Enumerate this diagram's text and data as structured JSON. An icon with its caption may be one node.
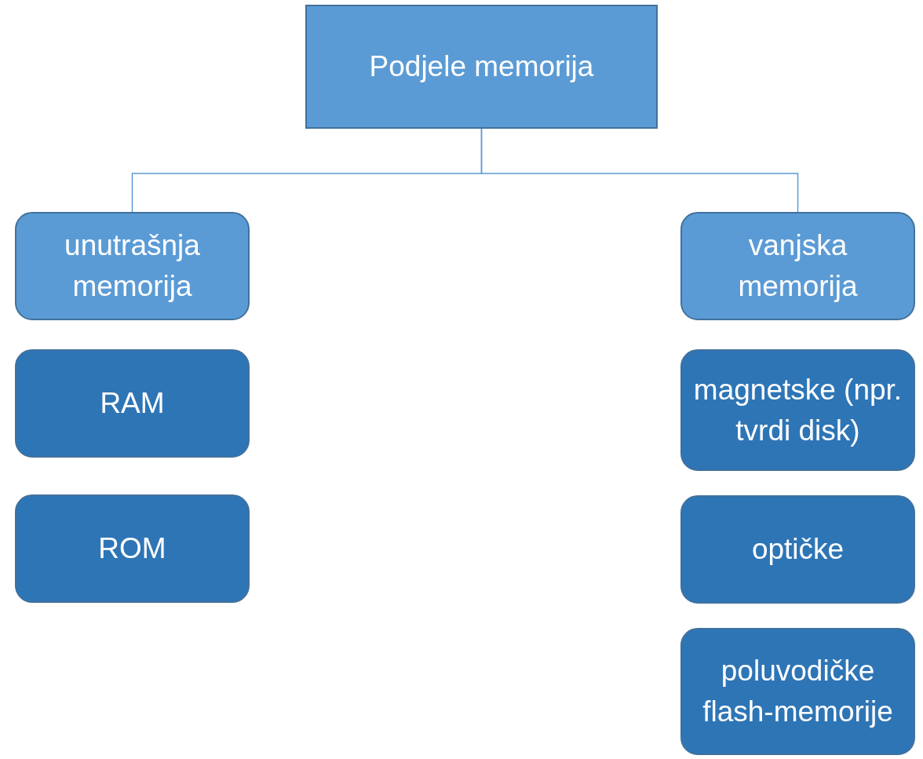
{
  "diagram": {
    "nodes": [
      {
        "text": [
          "Podjele memorija"
        ]
      },
      {
        "text": [
          "unutrašnja memorija"
        ]
      },
      {
        "text": [
          "RAM"
        ]
      },
      {
        "text": [
          "ROM"
        ]
      },
      {
        "text": [
          "vanjska memorija"
        ]
      },
      {
        "text": [
          "magnetske (npr. tvrdi disk)"
        ]
      },
      {
        "text": [
          "optičke"
        ]
      },
      {
        "text": [
          "poluvodičke flash-memorije"
        ]
      }
    ],
    "edges": [
      {
        "from": 0,
        "to": 1,
        "arrow": "none"
      },
      {
        "from": 0,
        "to": 4,
        "arrow": "none"
      }
    ]
  }
}
